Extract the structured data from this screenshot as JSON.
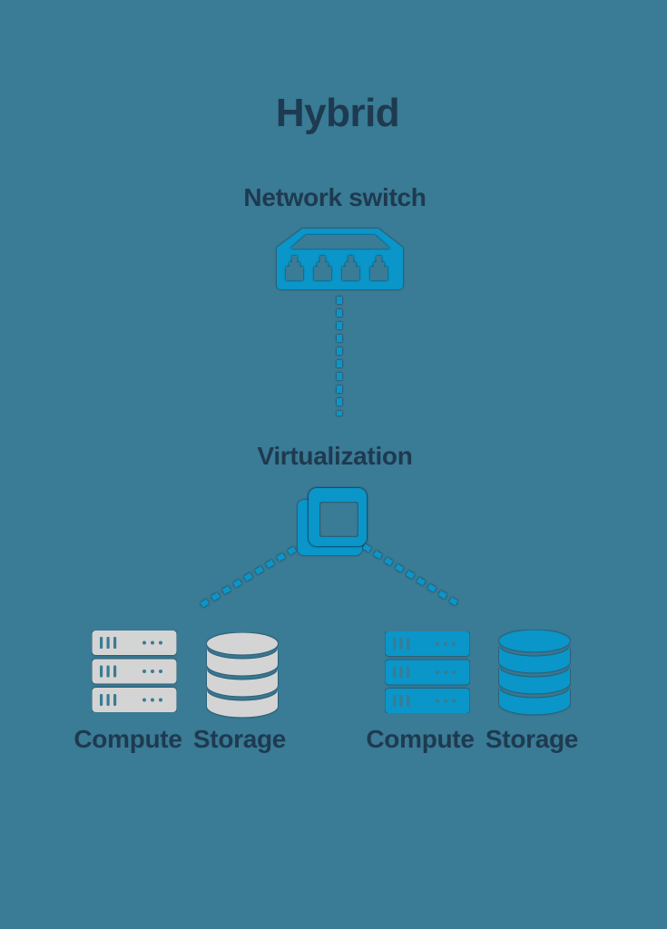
{
  "title": "Hybrid",
  "colors": {
    "background": "#3A7B95",
    "accent_blue": "#0A96C9",
    "icon_gray": "#D4D4D4",
    "text_dark": "#1E3A50",
    "outline_dark": "#16334A"
  },
  "icons": {
    "network_switch": "network-switch-icon",
    "virtualization": "virtualization-icon",
    "compute": "server-icon",
    "storage": "database-icon",
    "connector_style": "dashed-line"
  },
  "nodes": {
    "network_switch": {
      "label": "Network switch"
    },
    "virtualization": {
      "label": "Virtualization"
    },
    "left_group": {
      "compute_label": "Compute",
      "storage_label": "Storage"
    },
    "right_group": {
      "compute_label": "Compute",
      "storage_label": "Storage"
    }
  }
}
